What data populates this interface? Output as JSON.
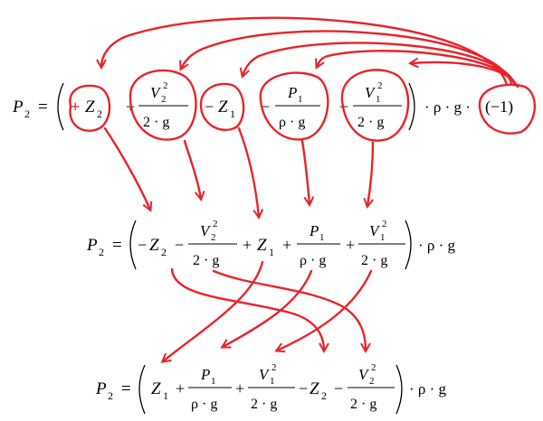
{
  "line1": {
    "lhs": "P",
    "lhs_sub": "2",
    "eq": "=",
    "sign_z2": "+",
    "z2": "Z",
    "z2_sub": "2",
    "plus_v2": "+",
    "v2_num": "V",
    "v2_sub": "2",
    "v2_sup": "2",
    "v2_den": "2 · g",
    "minus_z1": "−",
    "z1": "Z",
    "z1_sub": "1",
    "minus_p1": "−",
    "p1_num": "P",
    "p1_sub": "1",
    "p1_den": "ρ · g",
    "minus_v1": "−",
    "v1_num": "V",
    "v1_sub": "1",
    "v1_sup": "2",
    "v1_den": "2 · g",
    "tail": "· ρ · g ·",
    "neg_one": "(−1)"
  },
  "line2": {
    "lhs": "P",
    "lhs_sub": "2",
    "eq": "=",
    "t1_sign": "−",
    "t1": "Z",
    "t1_sub": "2",
    "t2_sign": "−",
    "t2_num": "V",
    "t2_sub": "2",
    "t2_sup": "2",
    "t2_den": "2 · g",
    "t3_sign": "+",
    "t3": "Z",
    "t3_sub": "1",
    "t4_sign": "+",
    "t4_num": "P",
    "t4_sub": "1",
    "t4_den": "ρ · g",
    "t5_sign": "+",
    "t5_num": "V",
    "t5_sub": "1",
    "t5_sup": "2",
    "t5_den": "2 · g",
    "tail": "· ρ · g"
  },
  "line3": {
    "lhs": "P",
    "lhs_sub": "2",
    "eq": "=",
    "t1": "Z",
    "t1_sub": "1",
    "t2_sign": "+",
    "t2_num": "P",
    "t2_sub": "1",
    "t2_den": "ρ · g",
    "t3_sign": "+",
    "t3_num": "V",
    "t3_sub": "1",
    "t3_sup": "2",
    "t3_den": "2 · g",
    "t4_sign": "−",
    "t4": "Z",
    "t4_sub": "2",
    "t5_sign": "−",
    "t5_num": "V",
    "t5_sub": "2",
    "t5_sup": "2",
    "t5_den": "2 · g",
    "tail": "· ρ · g"
  },
  "colors": {
    "annotation": "#e8242a",
    "text": "#000000"
  }
}
